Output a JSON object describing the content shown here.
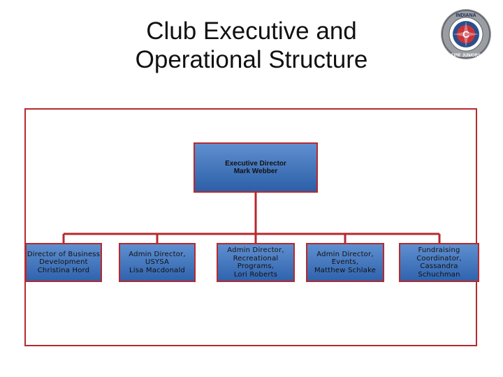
{
  "title": {
    "line1": "Club Executive and",
    "line2": "Operational Structure"
  },
  "logo": {
    "top_text": "INDIANA",
    "bottom_text": "FIRE JUNIORS",
    "emblem_letter": "C"
  },
  "executive": {
    "role": "Executive Director",
    "name": "Mark Webber"
  },
  "reports": [
    {
      "lines": [
        "Director of Business",
        "Development",
        "Christina Hord"
      ]
    },
    {
      "lines": [
        "Admin Director,",
        "USYSA",
        "Lisa Macdonald"
      ]
    },
    {
      "lines": [
        "Admin Director,",
        "Recreational",
        "Programs,",
        "Lori Roberts"
      ]
    },
    {
      "lines": [
        "Admin Director,",
        "Events,",
        "Matthew Schlake"
      ]
    },
    {
      "lines": [
        "Fundraising",
        "Coordinator,",
        "Cassandra",
        "Schuchman"
      ]
    }
  ],
  "colors": {
    "frame": "#b52a2e",
    "connector": "#b52a2e",
    "box_fill": "#3f71b9"
  }
}
